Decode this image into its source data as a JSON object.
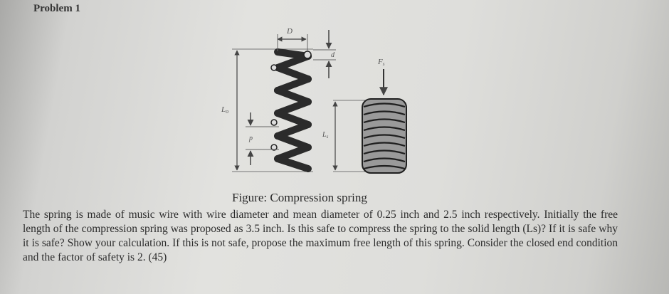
{
  "problem": {
    "title": "Problem 1"
  },
  "figure": {
    "caption": "Figure: Compression spring",
    "labels": {
      "D": "D",
      "d": "d",
      "Fs": "F",
      "Fs_sub": "s",
      "Lo": "L",
      "Lo_sub": "o",
      "p": "p",
      "Ls": "L",
      "Ls_sub": "s"
    }
  },
  "text": {
    "paragraph": "The spring is made of music wire with wire diameter and mean diameter of 0.25 inch and 2.5 inch respectively. Initially the free length of the compression spring was proposed as 3.5 inch. Is this safe to compress the spring to the solid length (Ls)? If it is safe why it is safe? Show your calculation. If this is not safe, propose the maximum free length of this spring. Consider the closed end condition and the factor of safety is 2. (45)"
  }
}
